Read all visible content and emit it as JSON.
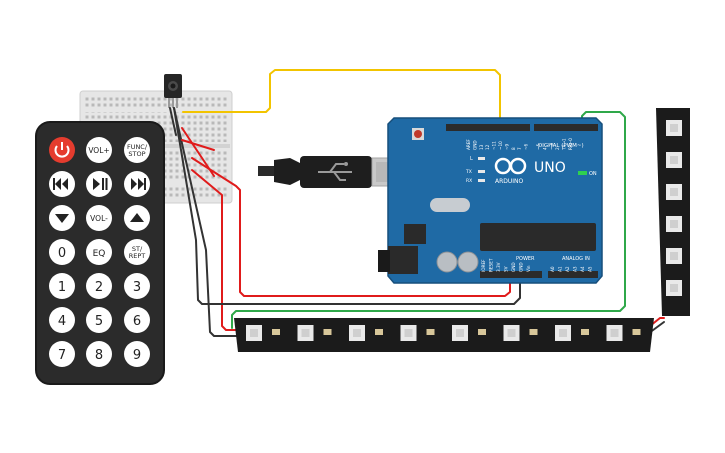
{
  "colors": {
    "background": "#ffffff",
    "remote_body": "#2b2b2b",
    "remote_button": "#ffffff",
    "power_button": "#e53c2e",
    "breadboard": "#e8e8e8",
    "arduino_board": "#1f6aa5",
    "wire_yellow": "#f2c400",
    "wire_green": "#2fa84a",
    "wire_red": "#e01b1b",
    "wire_black": "#333333",
    "led_strip": "#1b1b1b"
  },
  "remote": {
    "buttons": {
      "power": "power-icon",
      "vol_up": "VOL+",
      "func_stop": "FUNC/\nSTOP",
      "rewind": "rewind-icon",
      "play_pause": "play-pause-icon",
      "fast_forward": "fast-forward-icon",
      "down": "down-arrow-icon",
      "vol_down": "VOL-",
      "up": "up-arrow-icon",
      "zero": "0",
      "eq": "EQ",
      "st_rept": "ST/\nREPT",
      "one": "1",
      "two": "2",
      "three": "3",
      "four": "4",
      "five": "5",
      "six": "6",
      "seven": "7",
      "eight": "8",
      "nine": "9"
    }
  },
  "arduino": {
    "brand": "ARDUINO",
    "model": "UNO",
    "digital_label": "DIGITAL (PWM~)",
    "power_label": "POWER",
    "analog_label": "ANALOG IN",
    "on_label": "ON",
    "l_label": "L",
    "tx_label": "TX",
    "rx_label": "RX",
    "digital_pins": [
      "AREF",
      "GND",
      "13",
      "12",
      "~11",
      "~10",
      "~9",
      "8",
      "7",
      "~6",
      "~5",
      "4",
      "~3",
      "2",
      "TX→1",
      "RX←0"
    ],
    "power_pins": [
      "IOREF",
      "RESET",
      "3.3V",
      "5V",
      "GND",
      "GND",
      "Vin"
    ],
    "analog_pins": [
      "A0",
      "A1",
      "A2",
      "A3",
      "A4",
      "A5"
    ]
  }
}
